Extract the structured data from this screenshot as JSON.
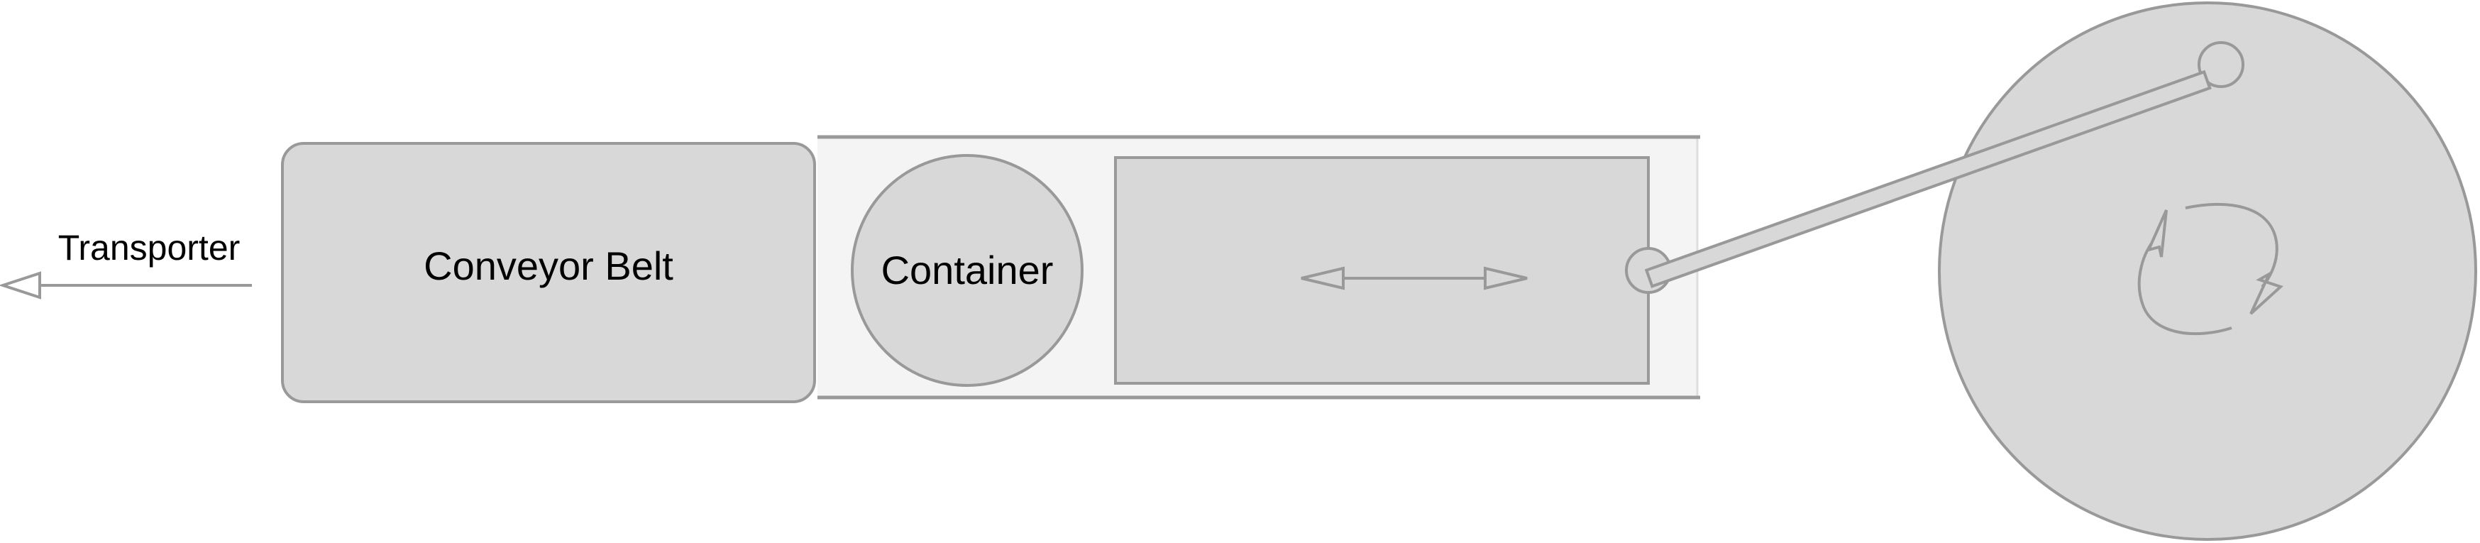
{
  "labels": {
    "transporter": "Transporter",
    "conveyor_belt": "Conveyor Belt",
    "container": "Container"
  },
  "colors": {
    "stroke": "#999999",
    "fill": "#d8d8d8",
    "channel_fill": "#f4f4f4",
    "text": "#000000"
  }
}
